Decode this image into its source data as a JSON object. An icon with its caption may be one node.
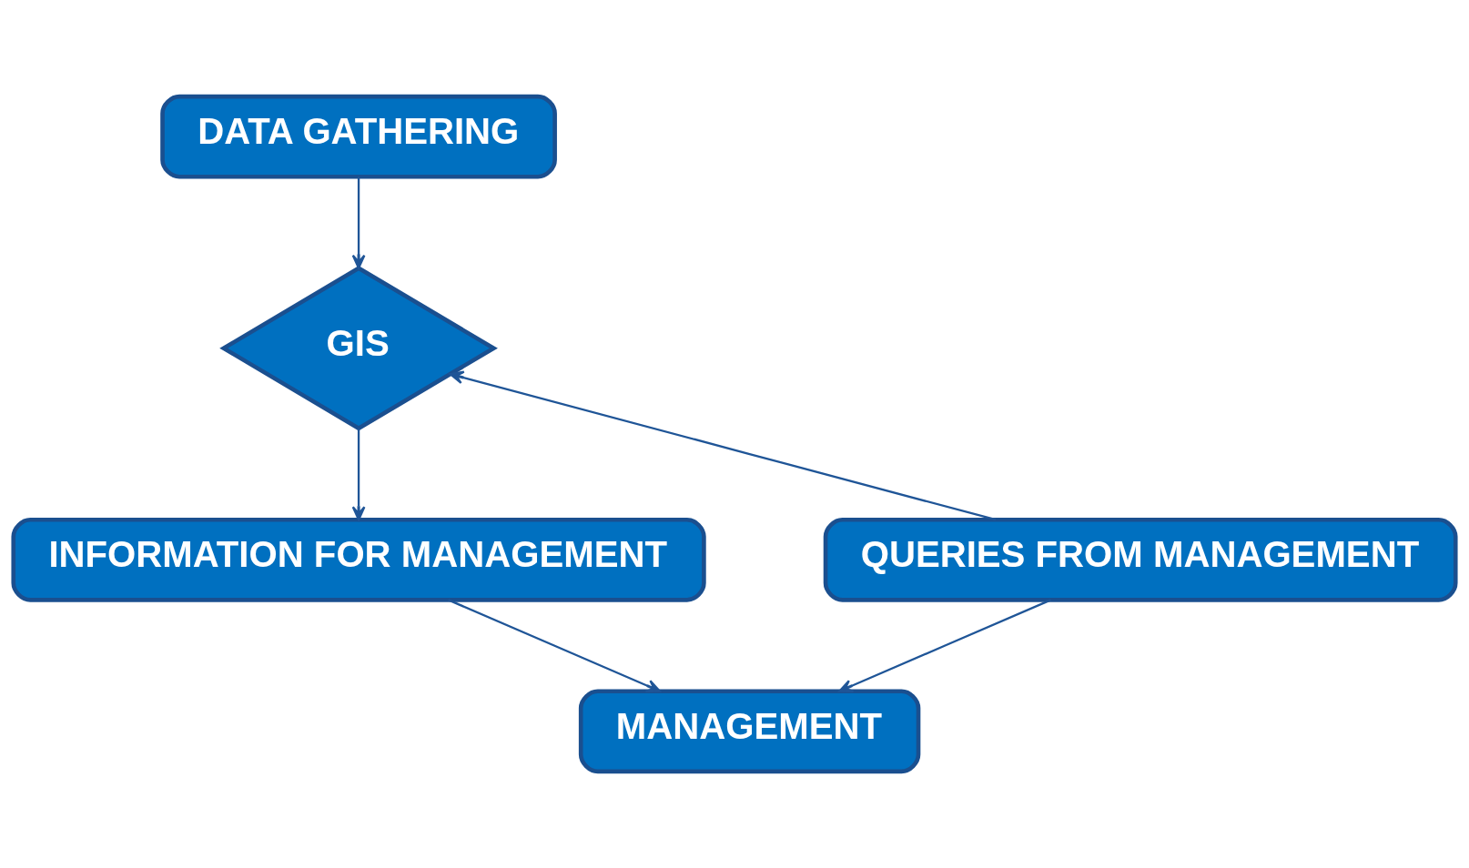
{
  "diagram": {
    "nodes": [
      {
        "text": [
          "DATA GATHERING"
        ]
      },
      {
        "text": [
          "GIS"
        ]
      },
      {
        "text": [
          "QUERIES FROM MANAGEMENT"
        ]
      },
      {
        "text": [
          "INFORMATION FOR MANAGEMENT"
        ]
      },
      {
        "text": [
          "MANAGEMENT"
        ]
      }
    ],
    "edges": [
      {
        "from": 0,
        "to": 1,
        "arrow": "to"
      },
      {
        "from": 2,
        "to": 1,
        "arrow": "to"
      },
      {
        "from": 1,
        "to": 3,
        "arrow": "to"
      },
      {
        "from": 2,
        "to": 4,
        "arrow": "to"
      },
      {
        "from": 3,
        "to": 4,
        "arrow": "to"
      }
    ]
  }
}
